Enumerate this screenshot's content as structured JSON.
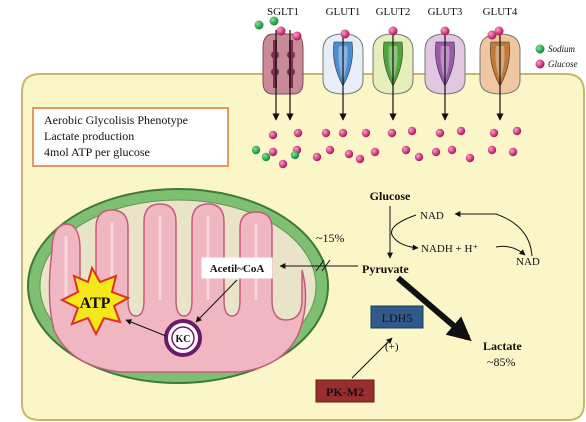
{
  "transporters": [
    {
      "name": "SGLT1",
      "color": "#c98a98",
      "core": "#7a2f4a"
    },
    {
      "name": "GLUT1",
      "color": "#e8eef8",
      "core": "#4a8ed0"
    },
    {
      "name": "GLUT2",
      "color": "#e6eebc",
      "core": "#4fa43a"
    },
    {
      "name": "GLUT3",
      "color": "#e2c6e2",
      "core": "#9a5aa6"
    },
    {
      "name": "GLUT4",
      "color": "#efc6a0",
      "core": "#c07a3a"
    }
  ],
  "legend": {
    "sodium": "Sodium",
    "glucose": "Glucose",
    "sodium_color": "#1aa64a",
    "glucose_color": "#d81b6a"
  },
  "phenotype_box": {
    "line1": "Aerobic Glycolisis Phenotype",
    "line2": "Lactate production",
    "line3": "4mol ATP per glucose",
    "border_color": "#e59a5c"
  },
  "pathway": {
    "glucose": "Glucose",
    "nad_top": "NAD",
    "nadh": "NADH + H⁺",
    "nad_right": "NAD",
    "pyruvate": "Pyruvate",
    "percent_mito": "~15%",
    "lactate": "Lactate",
    "percent_lactate": "~85%",
    "ldh5": "LDH5",
    "plus": "(+)",
    "pkm2": "PK-M2"
  },
  "mitochondrion": {
    "acetil": "Acetil~CoA",
    "kc": "KC",
    "atp": "ATP"
  },
  "colors": {
    "cell_fill": "#faf6c8",
    "cell_stroke": "#c8b86a",
    "mito_outer": "#7fbf74",
    "mito_inner": "#f0b6c2",
    "ldh5_fill": "#2f5a8a",
    "pkm2_fill": "#9a2e2e",
    "atp_fill": "#f5e81a",
    "atp_stroke": "#e03020",
    "kc_ring": "#6a1a6a"
  }
}
